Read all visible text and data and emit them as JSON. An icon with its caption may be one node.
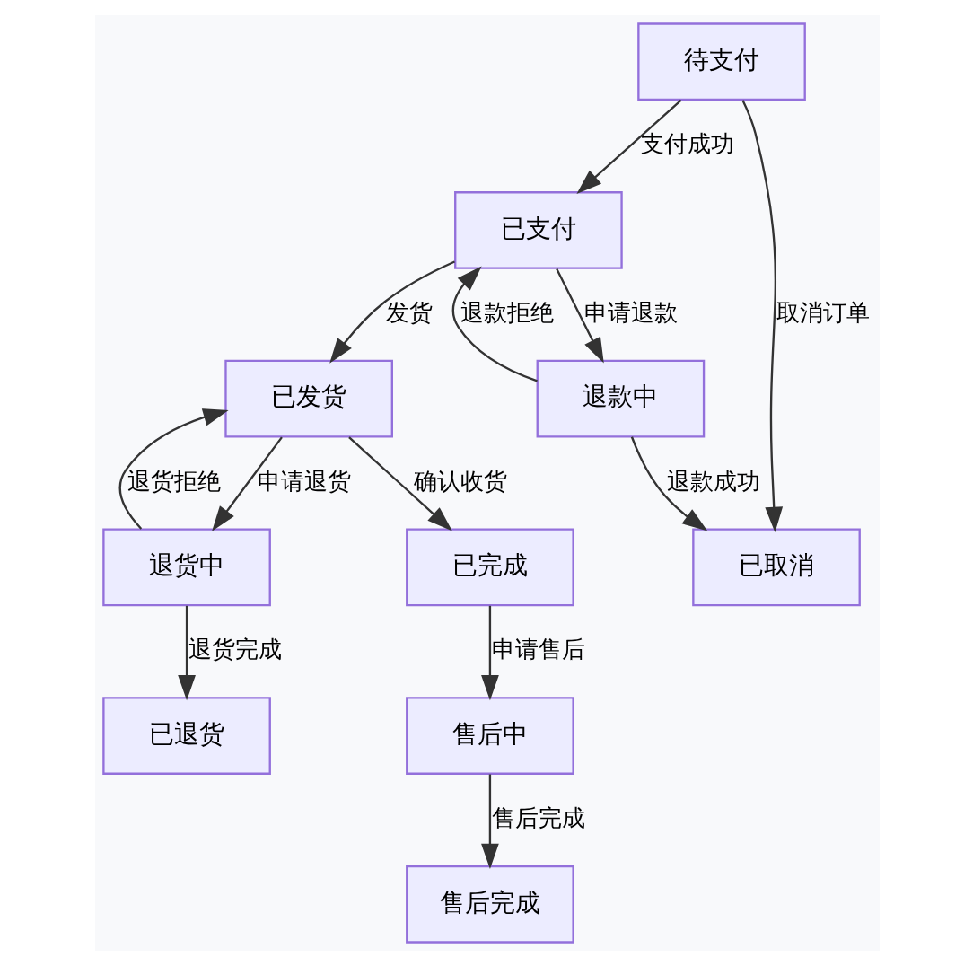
{
  "diagram": {
    "nodes": [
      {
        "text": [
          "待支付"
        ]
      },
      {
        "text": [
          "已支付"
        ]
      },
      {
        "text": [
          "退款中"
        ]
      },
      {
        "text": [
          "已发货"
        ]
      },
      {
        "text": [
          "已取消"
        ]
      },
      {
        "text": [
          "退货中"
        ]
      },
      {
        "text": [
          "已完成"
        ]
      },
      {
        "text": [
          "已退货"
        ]
      },
      {
        "text": [
          "售后中"
        ]
      },
      {
        "text": [
          "售后完成"
        ]
      }
    ],
    "edges": [
      {
        "from": 0,
        "to": 1,
        "arrow": "to",
        "label": "支付成功"
      },
      {
        "from": 0,
        "to": 4,
        "arrow": "to",
        "label": "取消订单"
      },
      {
        "from": 1,
        "to": 2,
        "arrow": "to",
        "label": "申请退款"
      },
      {
        "from": 2,
        "to": 1,
        "arrow": "to",
        "label": "退款拒绝"
      },
      {
        "from": 1,
        "to": 3,
        "arrow": "to",
        "label": "发货"
      },
      {
        "from": 2,
        "to": 4,
        "arrow": "to",
        "label": "退款成功"
      },
      {
        "from": 3,
        "to": 5,
        "arrow": "to",
        "label": "申请退货"
      },
      {
        "from": 5,
        "to": 3,
        "arrow": "to",
        "label": "退货拒绝"
      },
      {
        "from": 3,
        "to": 6,
        "arrow": "to",
        "label": "确认收货"
      },
      {
        "from": 5,
        "to": 7,
        "arrow": "to",
        "label": "退货完成"
      },
      {
        "from": 6,
        "to": 8,
        "arrow": "to",
        "label": "申请售后"
      },
      {
        "from": 8,
        "to": 9,
        "arrow": "to",
        "label": "售后完成"
      }
    ]
  }
}
